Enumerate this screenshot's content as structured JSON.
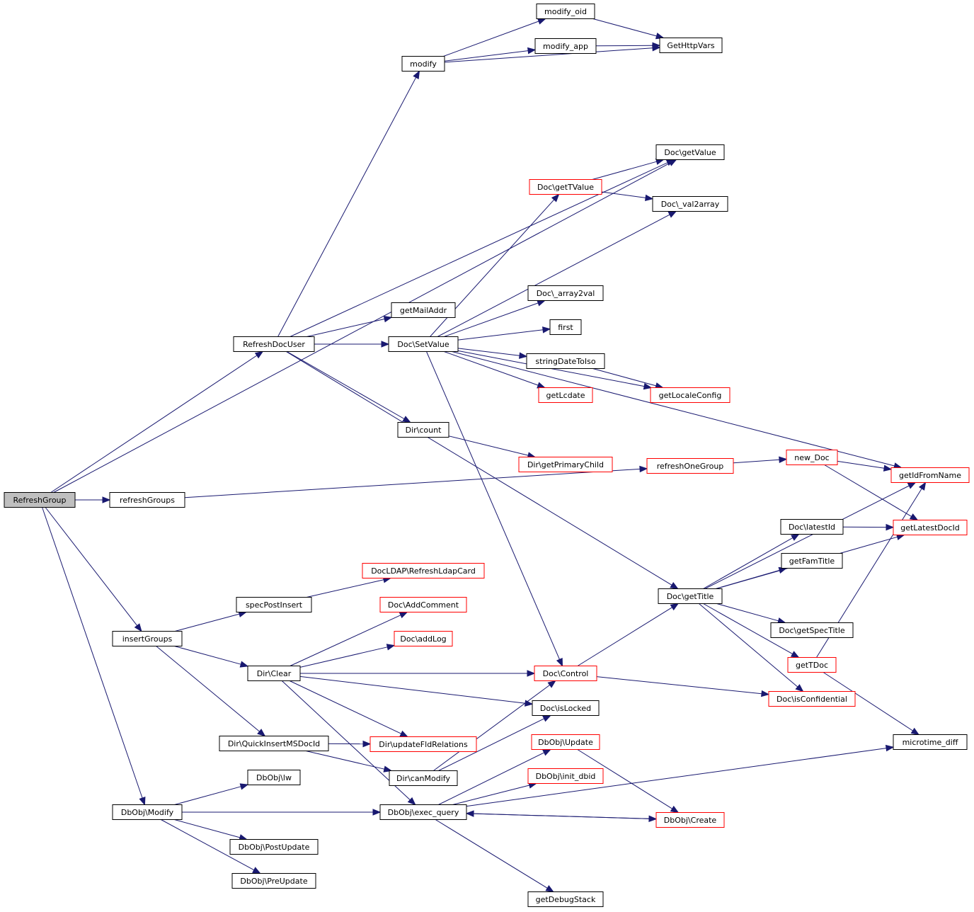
{
  "nodes": [
    {
      "id": "refreshgroup",
      "label": "RefreshGroup",
      "kind": "root"
    },
    {
      "id": "refreshdocuser",
      "label": "RefreshDocUser",
      "kind": "normal"
    },
    {
      "id": "refreshgroups",
      "label": "refreshGroups",
      "kind": "normal"
    },
    {
      "id": "insertgroups",
      "label": "insertGroups",
      "kind": "normal"
    },
    {
      "id": "dbobj-modify",
      "label": "DbObj\\Modify",
      "kind": "normal"
    },
    {
      "id": "modify",
      "label": "modify",
      "kind": "normal"
    },
    {
      "id": "modify-oid",
      "label": "modify_oid",
      "kind": "normal"
    },
    {
      "id": "modify-app",
      "label": "modify_app",
      "kind": "normal"
    },
    {
      "id": "gethttpvars",
      "label": "GetHttpVars",
      "kind": "normal"
    },
    {
      "id": "doc-getvalue",
      "label": "Doc\\getValue",
      "kind": "normal"
    },
    {
      "id": "doc-gettvalue",
      "label": "Doc\\getTValue",
      "kind": "red"
    },
    {
      "id": "doc-val2array",
      "label": "Doc\\_val2array",
      "kind": "normal"
    },
    {
      "id": "doc-array2val",
      "label": "Doc\\_array2val",
      "kind": "normal"
    },
    {
      "id": "getmailaddr",
      "label": "getMailAddr",
      "kind": "normal"
    },
    {
      "id": "doc-setvalue",
      "label": "Doc\\SetValue",
      "kind": "normal"
    },
    {
      "id": "first",
      "label": "first",
      "kind": "normal"
    },
    {
      "id": "stringdatetoiso",
      "label": "stringDateToIso",
      "kind": "normal"
    },
    {
      "id": "getlcdate",
      "label": "getLcdate",
      "kind": "red"
    },
    {
      "id": "getlocaleconfig",
      "label": "getLocaleConfig",
      "kind": "red"
    },
    {
      "id": "dir-count",
      "label": "Dir\\count",
      "kind": "normal"
    },
    {
      "id": "dir-getprimarychild",
      "label": "Dir\\getPrimaryChild",
      "kind": "red"
    },
    {
      "id": "refreshonegroup",
      "label": "refreshOneGroup",
      "kind": "red"
    },
    {
      "id": "new-doc",
      "label": "new_Doc",
      "kind": "red"
    },
    {
      "id": "getidfromname",
      "label": "getIdFromName",
      "kind": "red"
    },
    {
      "id": "doc-latestid",
      "label": "Doc\\latestId",
      "kind": "normal"
    },
    {
      "id": "getlatestdocid",
      "label": "getLatestDocId",
      "kind": "red"
    },
    {
      "id": "getfamtitle",
      "label": "getFamTitle",
      "kind": "normal"
    },
    {
      "id": "doc-gettitle",
      "label": "Doc\\getTitle",
      "kind": "normal"
    },
    {
      "id": "doc-getspectitle",
      "label": "Doc\\getSpecTitle",
      "kind": "normal"
    },
    {
      "id": "gettdoc",
      "label": "getTDoc",
      "kind": "red"
    },
    {
      "id": "doc-isconfidential",
      "label": "Doc\\isConfidential",
      "kind": "red"
    },
    {
      "id": "microtime-diff",
      "label": "microtime_diff",
      "kind": "normal"
    },
    {
      "id": "docldap-refreshldapcard",
      "label": "DocLDAP\\RefreshLdapCard",
      "kind": "red"
    },
    {
      "id": "specpostinsert",
      "label": "specPostInsert",
      "kind": "normal"
    },
    {
      "id": "doc-addcomment",
      "label": "Doc\\AddComment",
      "kind": "red"
    },
    {
      "id": "doc-addlog",
      "label": "Doc\\addLog",
      "kind": "red"
    },
    {
      "id": "dir-clear",
      "label": "Dir\\Clear",
      "kind": "normal"
    },
    {
      "id": "doc-control",
      "label": "Doc\\Control",
      "kind": "red"
    },
    {
      "id": "doc-islocked",
      "label": "Doc\\isLocked",
      "kind": "normal"
    },
    {
      "id": "dir-quickinsertmsdocid",
      "label": "Dir\\QuickInsertMSDocId",
      "kind": "normal"
    },
    {
      "id": "dir-updatefldrelations",
      "label": "Dir\\updateFldRelations",
      "kind": "red"
    },
    {
      "id": "dir-canmodify",
      "label": "Dir\\canModify",
      "kind": "normal"
    },
    {
      "id": "dbobj-update",
      "label": "DbObj\\Update",
      "kind": "red"
    },
    {
      "id": "dbobj-lw",
      "label": "DbObj\\lw",
      "kind": "normal"
    },
    {
      "id": "dbobj-init-dbid",
      "label": "DbObj\\init_dbid",
      "kind": "red"
    },
    {
      "id": "dbobj-exec-query",
      "label": "DbObj\\exec_query",
      "kind": "normal"
    },
    {
      "id": "dbobj-create",
      "label": "DbObj\\Create",
      "kind": "red"
    },
    {
      "id": "dbobj-postupdate",
      "label": "DbObj\\PostUpdate",
      "kind": "normal"
    },
    {
      "id": "dbobj-preupdate",
      "label": "DbObj\\PreUpdate",
      "kind": "normal"
    },
    {
      "id": "getdebugstack",
      "label": "getDebugStack",
      "kind": "normal"
    }
  ],
  "edges": [
    [
      "refreshgroup",
      "refreshdocuser"
    ],
    [
      "refreshgroup",
      "doc-getvalue"
    ],
    [
      "refreshgroup",
      "refreshgroups"
    ],
    [
      "refreshgroup",
      "insertgroups"
    ],
    [
      "refreshgroup",
      "dbobj-modify"
    ],
    [
      "refreshdocuser",
      "modify"
    ],
    [
      "refreshdocuser",
      "doc-getvalue"
    ],
    [
      "refreshdocuser",
      "getmailaddr"
    ],
    [
      "refreshdocuser",
      "doc-setvalue"
    ],
    [
      "refreshdocuser",
      "dir-count"
    ],
    [
      "refreshdocuser",
      "doc-gettitle"
    ],
    [
      "modify",
      "modify-oid"
    ],
    [
      "modify",
      "modify-app"
    ],
    [
      "modify",
      "gethttpvars"
    ],
    [
      "modify-oid",
      "gethttpvars"
    ],
    [
      "modify-app",
      "gethttpvars"
    ],
    [
      "doc-gettvalue",
      "doc-getvalue"
    ],
    [
      "doc-gettvalue",
      "doc-val2array"
    ],
    [
      "doc-setvalue",
      "doc-gettvalue"
    ],
    [
      "doc-setvalue",
      "doc-val2array"
    ],
    [
      "doc-setvalue",
      "getidfromname"
    ],
    [
      "doc-setvalue",
      "doc-array2val"
    ],
    [
      "doc-setvalue",
      "first"
    ],
    [
      "doc-setvalue",
      "stringdatetoiso"
    ],
    [
      "doc-setvalue",
      "getlcdate"
    ],
    [
      "doc-setvalue",
      "getlocaleconfig"
    ],
    [
      "doc-setvalue",
      "doc-control"
    ],
    [
      "stringdatetoiso",
      "getlocaleconfig"
    ],
    [
      "dir-count",
      "dir-getprimarychild"
    ],
    [
      "refreshgroups",
      "refreshonegroup"
    ],
    [
      "refreshonegroup",
      "new-doc"
    ],
    [
      "new-doc",
      "getidfromname"
    ],
    [
      "new-doc",
      "getlatestdocid"
    ],
    [
      "doc-gettitle",
      "getidfromname"
    ],
    [
      "doc-gettitle",
      "doc-latestid"
    ],
    [
      "doc-gettitle",
      "getfamtitle"
    ],
    [
      "doc-gettitle",
      "getlatestdocid"
    ],
    [
      "doc-gettitle",
      "doc-getspectitle"
    ],
    [
      "doc-gettitle",
      "gettdoc"
    ],
    [
      "doc-gettitle",
      "doc-isconfidential"
    ],
    [
      "doc-latestid",
      "getlatestdocid"
    ],
    [
      "gettdoc",
      "getidfromname"
    ],
    [
      "gettdoc",
      "microtime-diff"
    ],
    [
      "insertgroups",
      "specpostinsert"
    ],
    [
      "insertgroups",
      "dir-clear"
    ],
    [
      "insertgroups",
      "dir-quickinsertmsdocid"
    ],
    [
      "specpostinsert",
      "docldap-refreshldapcard"
    ],
    [
      "dir-clear",
      "doc-addcomment"
    ],
    [
      "dir-clear",
      "doc-addlog"
    ],
    [
      "dir-clear",
      "doc-control"
    ],
    [
      "dir-clear",
      "doc-islocked"
    ],
    [
      "dir-clear",
      "dir-updatefldrelations"
    ],
    [
      "dir-clear",
      "dbobj-exec-query"
    ],
    [
      "doc-control",
      "doc-gettitle"
    ],
    [
      "doc-control",
      "doc-isconfidential"
    ],
    [
      "dir-quickinsertmsdocid",
      "dir-updatefldrelations"
    ],
    [
      "dir-quickinsertmsdocid",
      "dir-canmodify"
    ],
    [
      "dir-canmodify",
      "doc-control"
    ],
    [
      "dir-canmodify",
      "doc-islocked"
    ],
    [
      "dbobj-modify",
      "dbobj-lw"
    ],
    [
      "dbobj-modify",
      "dbobj-exec-query"
    ],
    [
      "dbobj-modify",
      "dbobj-postupdate"
    ],
    [
      "dbobj-modify",
      "dbobj-preupdate"
    ],
    [
      "dbobj-exec-query",
      "dbobj-update"
    ],
    [
      "dbobj-exec-query",
      "dbobj-init-dbid"
    ],
    [
      "dbobj-exec-query",
      "dbobj-create"
    ],
    [
      "dbobj-exec-query",
      "microtime-diff"
    ],
    [
      "dbobj-exec-query",
      "getdebugstack"
    ],
    [
      "dbobj-update",
      "dbobj-create"
    ],
    [
      "dbobj-create",
      "dbobj-exec-query"
    ]
  ]
}
